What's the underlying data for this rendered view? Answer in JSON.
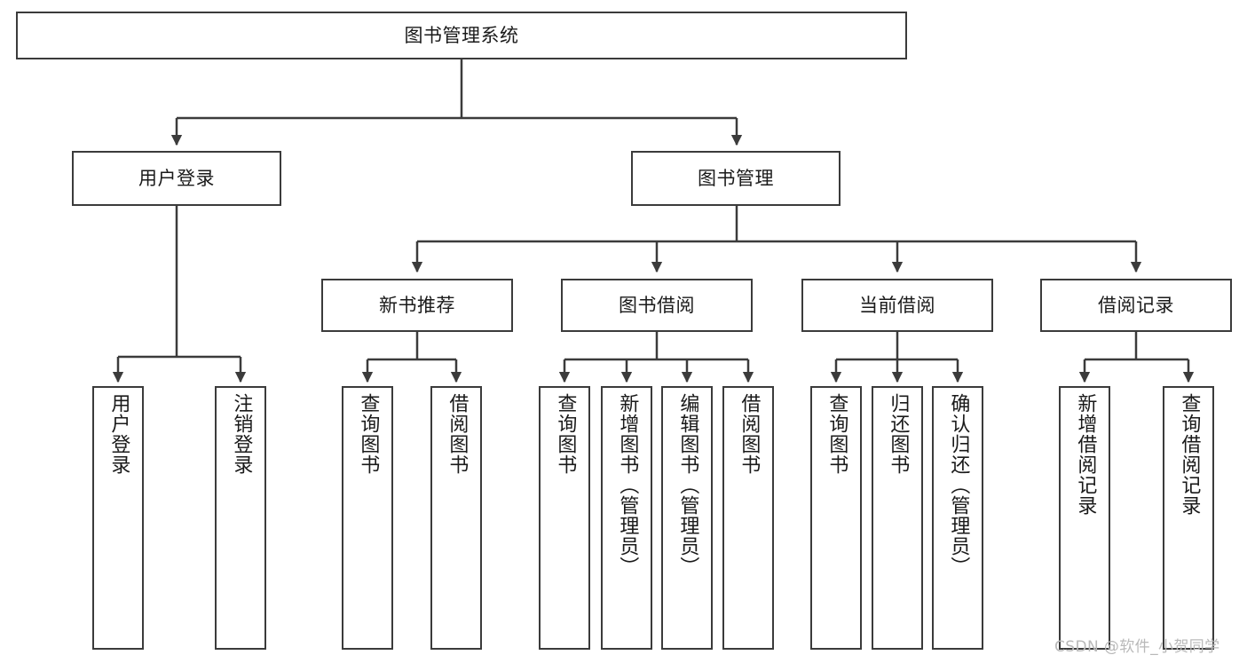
{
  "diagram": {
    "type": "tree",
    "title": "图书管理系统",
    "watermark": "CSDN @软件_小贺同学",
    "colors": {
      "border": "#3b3b3b",
      "background": "#ffffff",
      "text": "#1a1a1a",
      "watermark": "#b9b9b9"
    },
    "nodes": {
      "root": {
        "label": "图书管理系统"
      },
      "level2": [
        {
          "id": "user-login",
          "label": "用户登录"
        },
        {
          "id": "book-management",
          "label": "图书管理"
        }
      ],
      "level3": [
        {
          "id": "new-book-recommend",
          "label": "新书推荐"
        },
        {
          "id": "book-borrow",
          "label": "图书借阅"
        },
        {
          "id": "current-borrow",
          "label": "当前借阅"
        },
        {
          "id": "borrow-record",
          "label": "借阅记录"
        }
      ],
      "leaves": [
        {
          "id": "leaf-user-login",
          "label": "用户登录"
        },
        {
          "id": "leaf-logout",
          "label": "注销登录"
        },
        {
          "id": "leaf-query-book-1",
          "label": "查询图书"
        },
        {
          "id": "leaf-borrow-book-1",
          "label": "借阅图书"
        },
        {
          "id": "leaf-query-book-2",
          "label": "查询图书"
        },
        {
          "id": "leaf-add-book",
          "label": "新增图书（管理员）"
        },
        {
          "id": "leaf-edit-book",
          "label": "编辑图书（管理员）"
        },
        {
          "id": "leaf-borrow-book-2",
          "label": "借阅图书"
        },
        {
          "id": "leaf-query-book-3",
          "label": "查询图书"
        },
        {
          "id": "leaf-return-book",
          "label": "归还图书"
        },
        {
          "id": "leaf-confirm-return",
          "label": "确认归还（管理员）"
        },
        {
          "id": "leaf-add-record",
          "label": "新增借阅记录"
        },
        {
          "id": "leaf-query-record",
          "label": "查询借阅记录"
        }
      ]
    }
  }
}
